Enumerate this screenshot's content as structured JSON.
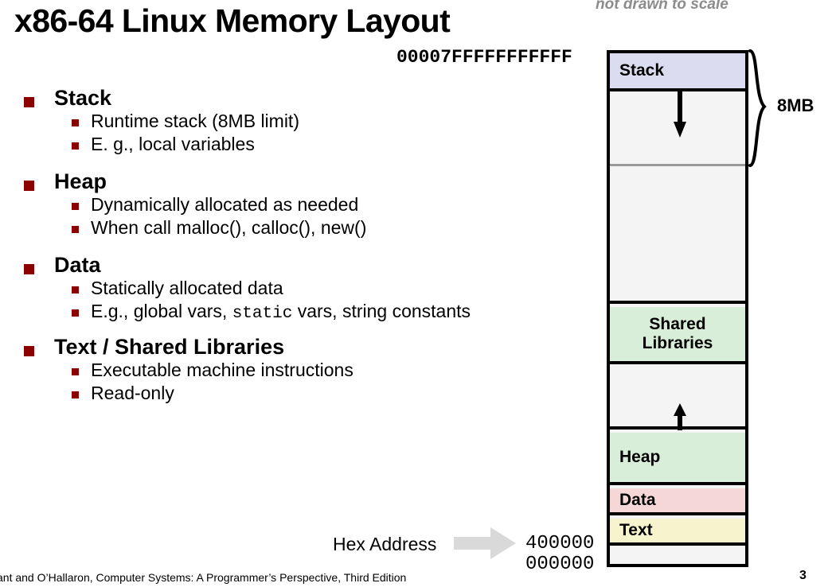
{
  "slide": {
    "title": "x86-64 Linux Memory Layout",
    "note": "not drawn to scale",
    "page_number": "3",
    "footer": "ant and O’Hallaron, Computer Systems: A Programmer’s Perspective, Third Edition"
  },
  "colors": {
    "bullet_square": "#8b0000",
    "stack_fill": "#dcdcf0",
    "shared_libraries_fill": "#d8eed8",
    "heap_fill": "#d8eed8",
    "data_fill": "#f6d7d7",
    "text_fill": "#f7f3cd",
    "unused_fill": "#f4f4f4",
    "note_gray": "#8c8c8c",
    "arrow_gray": "#d9d9d9",
    "outline": "#000000"
  },
  "bullets": [
    {
      "label": "Stack",
      "children": [
        {
          "text": "Runtime stack (8MB limit)"
        },
        {
          "text": "E. g., local variables"
        }
      ]
    },
    {
      "label": "Heap",
      "children": [
        {
          "text": "Dynamically allocated as needed"
        },
        {
          "text": "When call  malloc(), calloc(), new()"
        }
      ]
    },
    {
      "label": "Data",
      "children": [
        {
          "text": "Statically allocated data"
        },
        {
          "text_pre": "E.g., global vars, ",
          "text_mono": "static",
          "text_post": " vars, string constants"
        }
      ]
    },
    {
      "label": "Text  / Shared Libraries",
      "children": [
        {
          "text": "Executable machine instructions"
        },
        {
          "text": "Read-only"
        }
      ]
    }
  ],
  "addresses": {
    "top": "00007FFFFFFFFFFF",
    "bottom_high": "400000",
    "bottom_low": "000000",
    "hex_address_label": "Hex Address"
  },
  "diagram": {
    "brace_label": "8MB",
    "segments": [
      {
        "name": "stack",
        "label": "Stack",
        "align": "left"
      },
      {
        "name": "stack-gap",
        "label": "",
        "align": "left"
      },
      {
        "name": "unused-big",
        "label": "",
        "align": "left"
      },
      {
        "name": "shared-libraries",
        "label_line1": "Shared",
        "label_line2": "Libraries",
        "align": "center"
      },
      {
        "name": "heap-gap",
        "label": "",
        "align": "left"
      },
      {
        "name": "heap",
        "label": "Heap",
        "align": "left"
      },
      {
        "name": "data",
        "label": "Data",
        "align": "left"
      },
      {
        "name": "text",
        "label": "Text",
        "align": "left"
      },
      {
        "name": "bottom-unused",
        "label": "",
        "align": "left"
      }
    ]
  }
}
